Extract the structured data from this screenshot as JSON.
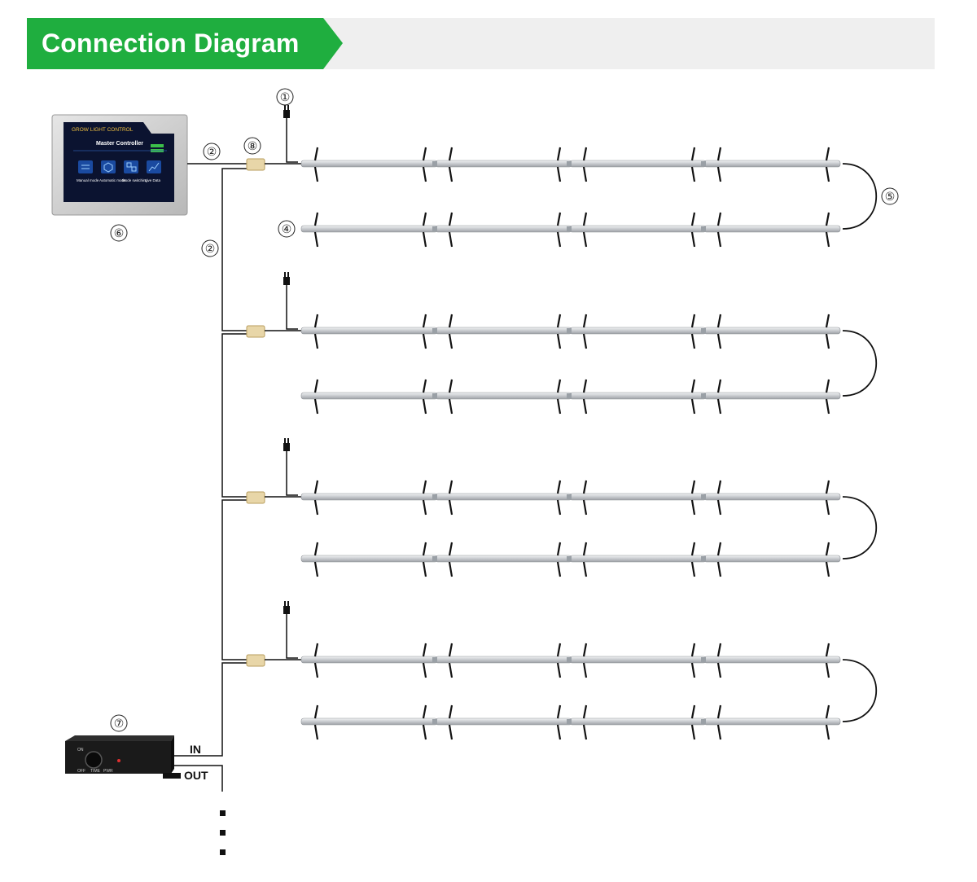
{
  "header": {
    "title": "Connection Diagram"
  },
  "controller": {
    "brand_text": "GROW  LIGHT  CONTROL",
    "screen_title": "Master Controller",
    "menu": [
      {
        "label": "Manual mode",
        "icon": "toggle-icon"
      },
      {
        "label": "Automatic mode",
        "icon": "hexagon-icon"
      },
      {
        "label": "Mode switching",
        "icon": "switch-icon"
      },
      {
        "label": "Live Data",
        "icon": "chart-icon"
      }
    ]
  },
  "callouts": {
    "power_plug": "①",
    "cable_main": "②",
    "cable_trunk": "②",
    "light_bar": "④",
    "u_link_cable": "⑤",
    "master_controller": "⑥",
    "signal_amplifier": "⑦",
    "splitter": "⑧"
  },
  "amplifier": {
    "in_label": "IN",
    "out_label": "OUT",
    "knob_labels": [
      "ON",
      "OFF",
      "TIME",
      "PWR"
    ]
  },
  "colors": {
    "header_green": "#1fae3f",
    "header_bg": "#efefef",
    "light_bar": "#cfd2d6",
    "cable": "#111111",
    "splitter": "#e8d6a8",
    "controller_frame": "#c9c9c9",
    "screen": "#0b1330"
  },
  "layout_info": {
    "groups": 4,
    "rows_per_group": 2,
    "segments_per_row": 4
  }
}
